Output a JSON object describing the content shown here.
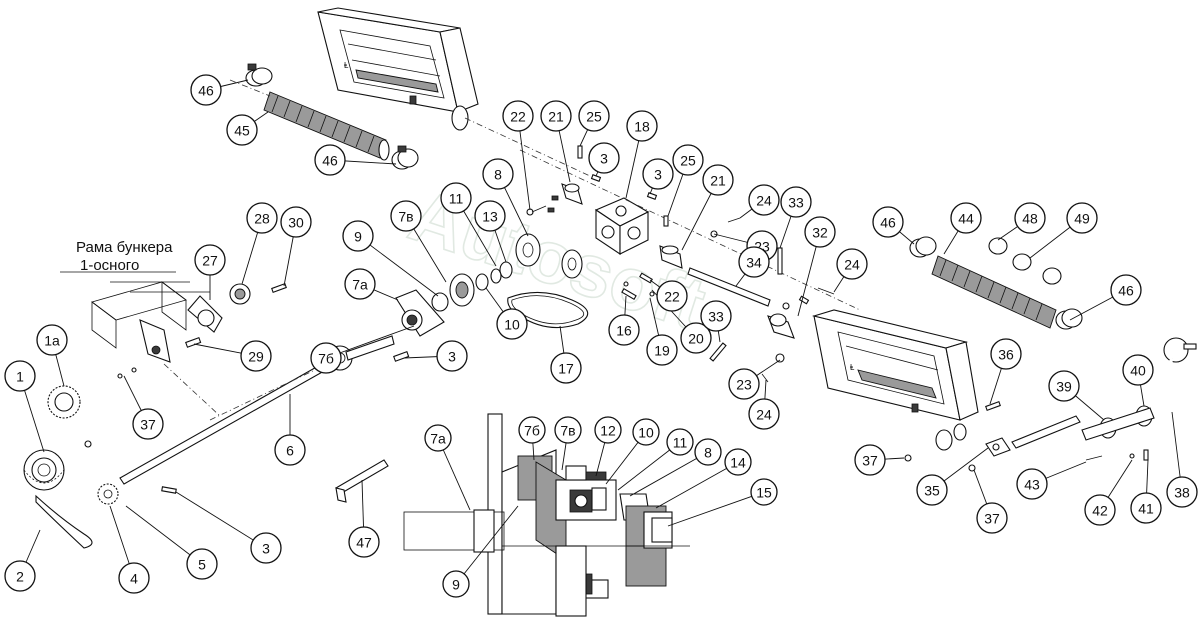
{
  "annotations": {
    "frame_line1": "Рама бункера",
    "frame_line2": "1-осного",
    "watermark": "Autosoft"
  },
  "callouts": [
    {
      "id": "c1",
      "label": "1"
    },
    {
      "id": "c1a",
      "label": "1а"
    },
    {
      "id": "c2",
      "label": "2"
    },
    {
      "id": "c3a",
      "label": "3"
    },
    {
      "id": "c3b",
      "label": "3"
    },
    {
      "id": "c3c",
      "label": "3"
    },
    {
      "id": "c3d",
      "label": "3"
    },
    {
      "id": "c4",
      "label": "4"
    },
    {
      "id": "c5",
      "label": "5"
    },
    {
      "id": "c6",
      "label": "6"
    },
    {
      "id": "c7a",
      "label": "7а"
    },
    {
      "id": "c7b",
      "label": "7б"
    },
    {
      "id": "c7v",
      "label": "7в"
    },
    {
      "id": "c8",
      "label": "8"
    },
    {
      "id": "c9",
      "label": "9"
    },
    {
      "id": "c10",
      "label": "10"
    },
    {
      "id": "c11",
      "label": "11"
    },
    {
      "id": "c13",
      "label": "13"
    },
    {
      "id": "c16",
      "label": "16"
    },
    {
      "id": "c17",
      "label": "17"
    },
    {
      "id": "c18",
      "label": "18"
    },
    {
      "id": "c19",
      "label": "19"
    },
    {
      "id": "c20",
      "label": "20"
    },
    {
      "id": "c21a",
      "label": "21"
    },
    {
      "id": "c21b",
      "label": "21"
    },
    {
      "id": "c22a",
      "label": "22"
    },
    {
      "id": "c22b",
      "label": "22"
    },
    {
      "id": "c23a",
      "label": "23"
    },
    {
      "id": "c23b",
      "label": "23"
    },
    {
      "id": "c24a",
      "label": "24"
    },
    {
      "id": "c24b",
      "label": "24"
    },
    {
      "id": "c24c",
      "label": "24"
    },
    {
      "id": "c25a",
      "label": "25"
    },
    {
      "id": "c25b",
      "label": "25"
    },
    {
      "id": "c27",
      "label": "27"
    },
    {
      "id": "c28",
      "label": "28"
    },
    {
      "id": "c29",
      "label": "29"
    },
    {
      "id": "c30",
      "label": "30"
    },
    {
      "id": "c32",
      "label": "32"
    },
    {
      "id": "c33a",
      "label": "33"
    },
    {
      "id": "c33b",
      "label": "33"
    },
    {
      "id": "c34",
      "label": "34"
    },
    {
      "id": "c35",
      "label": "35"
    },
    {
      "id": "c36",
      "label": "36"
    },
    {
      "id": "c37a",
      "label": "37"
    },
    {
      "id": "c37b",
      "label": "37"
    },
    {
      "id": "c37c",
      "label": "37"
    },
    {
      "id": "c38",
      "label": "38"
    },
    {
      "id": "c39",
      "label": "39"
    },
    {
      "id": "c40",
      "label": "40"
    },
    {
      "id": "c41",
      "label": "41"
    },
    {
      "id": "c42",
      "label": "42"
    },
    {
      "id": "c43",
      "label": "43"
    },
    {
      "id": "c44",
      "label": "44"
    },
    {
      "id": "c45",
      "label": "45"
    },
    {
      "id": "c46a",
      "label": "46"
    },
    {
      "id": "c46b",
      "label": "46"
    },
    {
      "id": "c46c",
      "label": "46"
    },
    {
      "id": "c46d",
      "label": "46"
    },
    {
      "id": "c47",
      "label": "47"
    },
    {
      "id": "c48",
      "label": "48"
    },
    {
      "id": "c49",
      "label": "49"
    }
  ],
  "section_callouts": [
    {
      "id": "s7a",
      "label": "7а"
    },
    {
      "id": "s7b",
      "label": "7б"
    },
    {
      "id": "s7v",
      "label": "7в"
    },
    {
      "id": "s12",
      "label": "12"
    },
    {
      "id": "s10",
      "label": "10"
    },
    {
      "id": "s11",
      "label": "11"
    },
    {
      "id": "s8",
      "label": "8"
    },
    {
      "id": "s14",
      "label": "14"
    },
    {
      "id": "s15",
      "label": "15"
    },
    {
      "id": "s9",
      "label": "9"
    }
  ]
}
